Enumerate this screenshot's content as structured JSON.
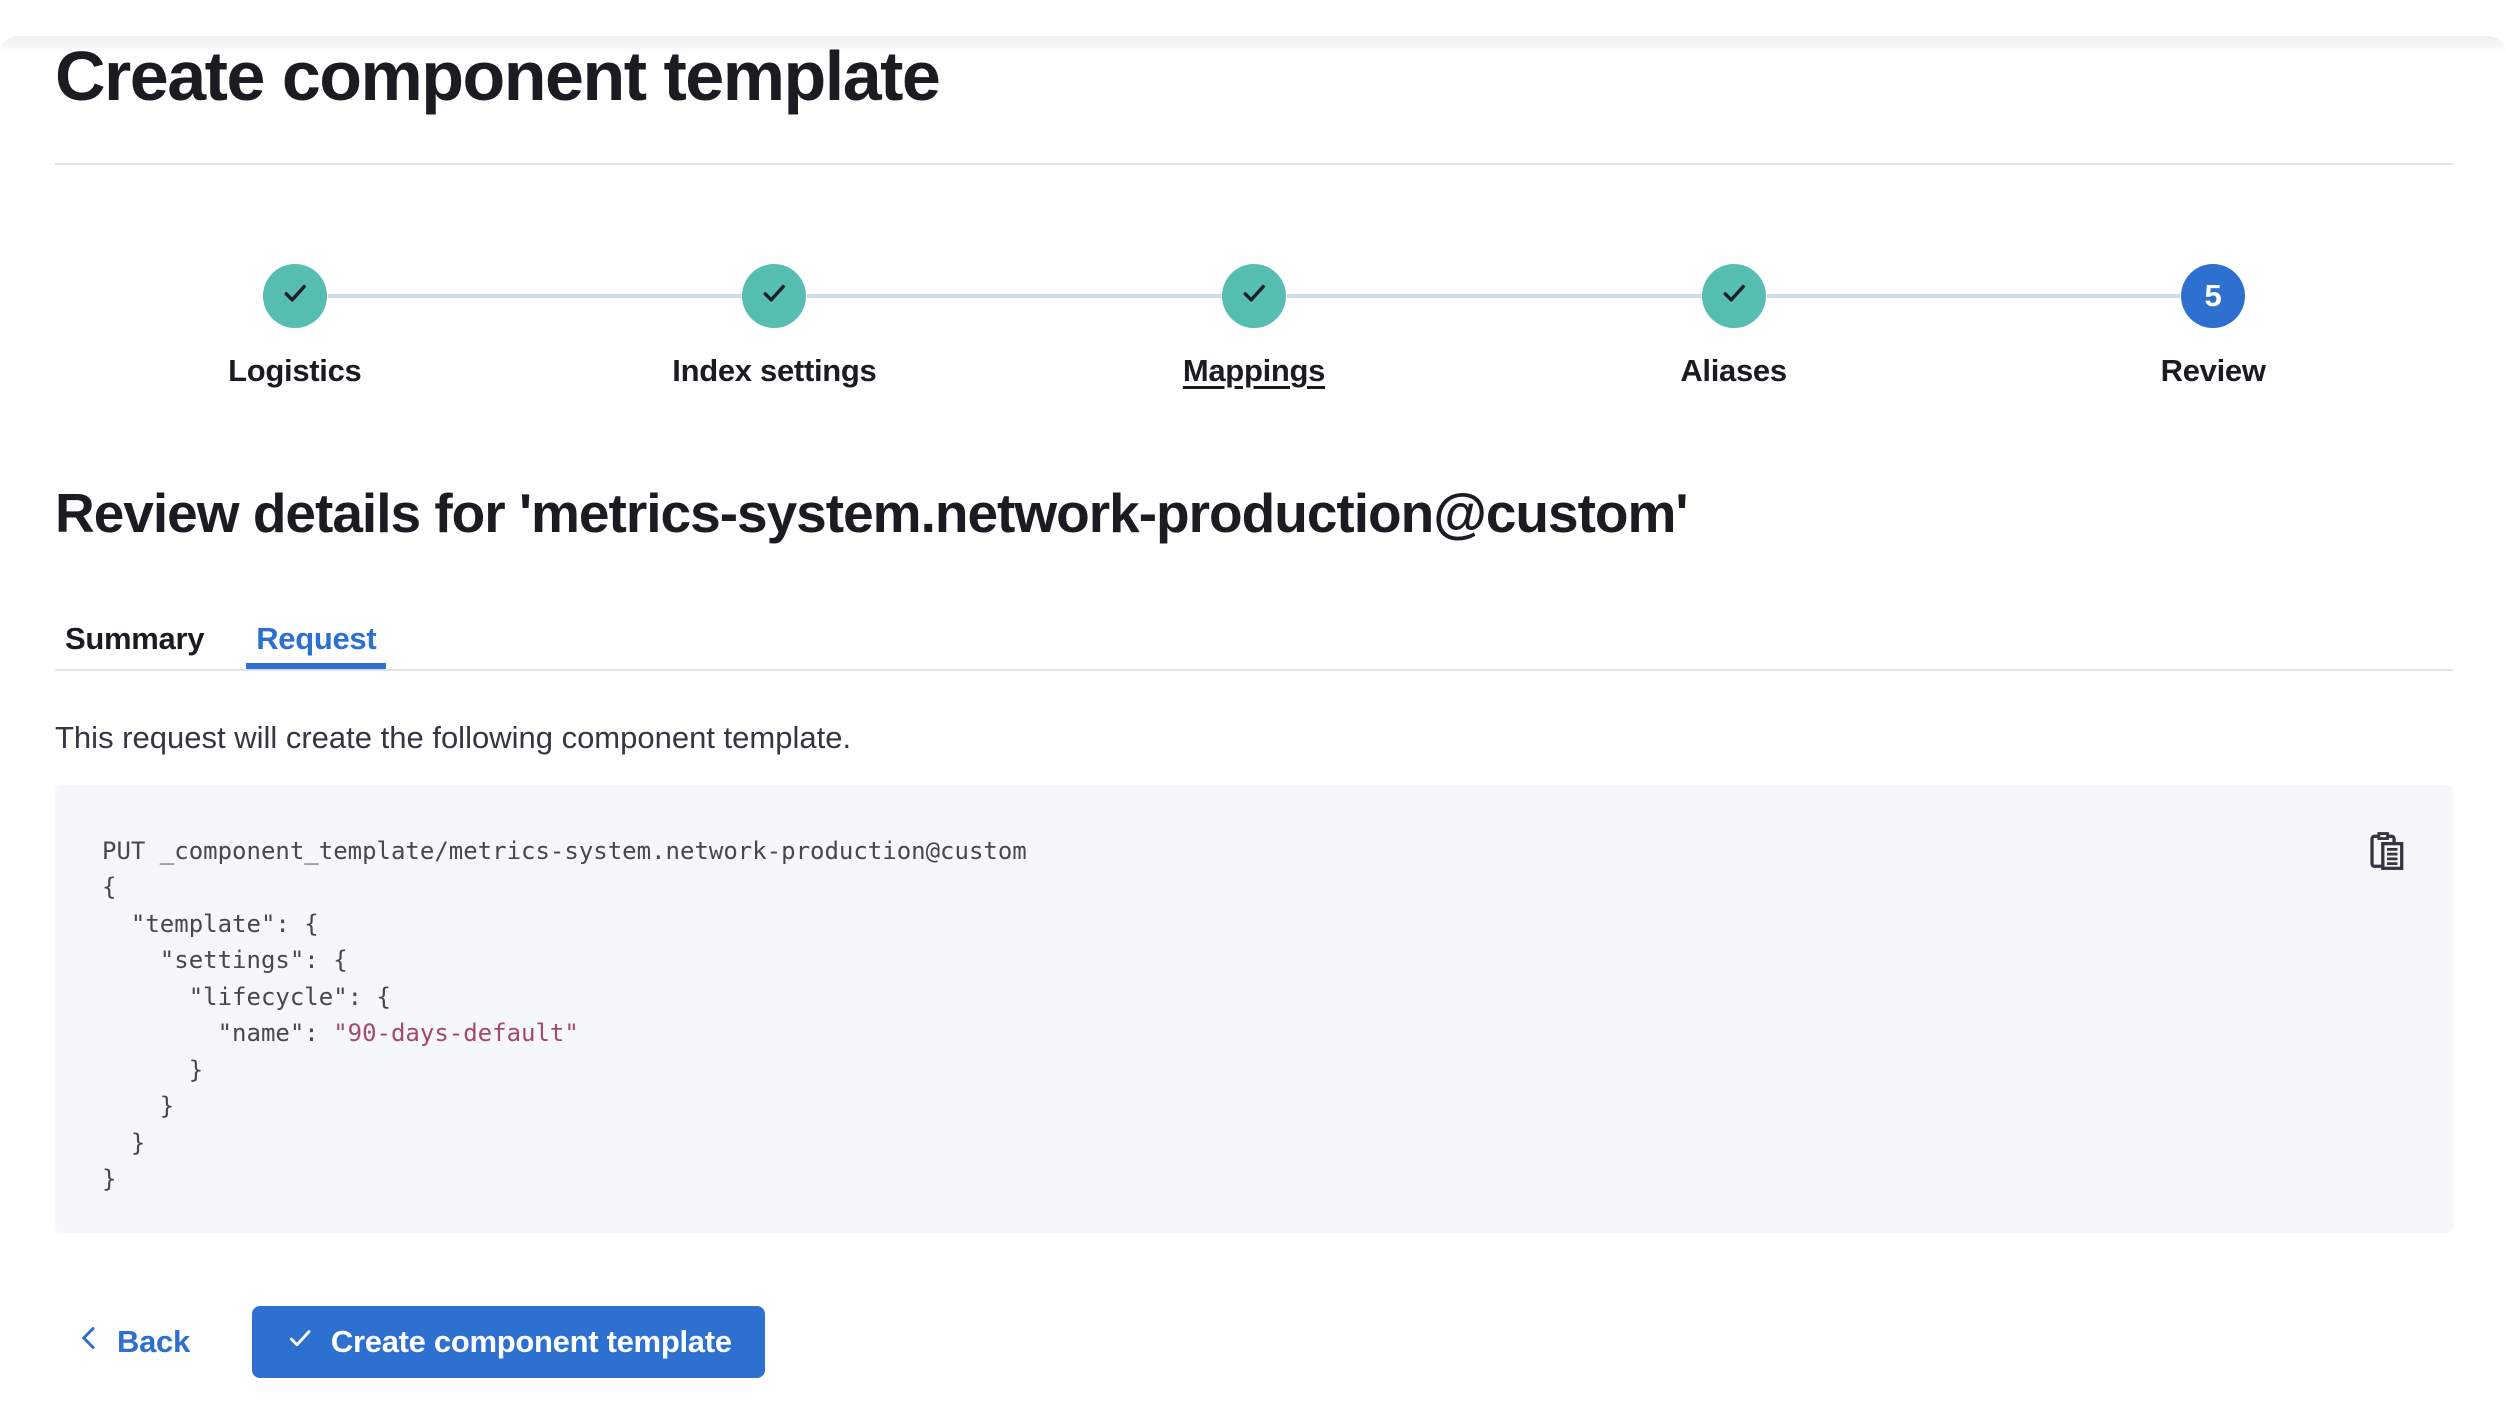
{
  "header": {
    "title": "Create component template"
  },
  "stepper": {
    "steps": [
      {
        "label": "Logistics",
        "status": "complete"
      },
      {
        "label": "Index settings",
        "status": "complete"
      },
      {
        "label": "Mappings",
        "status": "complete",
        "hovered": true
      },
      {
        "label": "Aliases",
        "status": "complete"
      },
      {
        "label": "Review",
        "status": "current",
        "number": "5"
      }
    ]
  },
  "review": {
    "heading": "Review details for 'metrics-system.network-production@custom'",
    "tabs": [
      {
        "label": "Summary",
        "active": false
      },
      {
        "label": "Request",
        "active": true
      }
    ],
    "description": "This request will create the following component template."
  },
  "code": {
    "lines": [
      "PUT _component_template/metrics-system.network-production@custom",
      "{",
      "  \"template\": {",
      "    \"settings\": {",
      "      \"lifecycle\": {",
      {
        "prefix": "        \"name\": ",
        "string": "\"90-days-default\""
      },
      "      }",
      "    }",
      "  }",
      "}"
    ]
  },
  "footer": {
    "back_label": "Back",
    "submit_label": "Create component template"
  },
  "icons": {
    "step_complete": "check-icon",
    "current_step": "step-number-badge",
    "copy": "copy-clipboard-icon",
    "back": "chevron-left-icon",
    "submit": "check-icon"
  },
  "colors": {
    "primary": "#2e70d0",
    "success_teal": "#56beb0",
    "title": "#1a1c21",
    "text": "#343741",
    "connector": "#d3dae6",
    "divider": "#dde2ea",
    "code_bg": "#f5f7fa",
    "code_text": "#45484f",
    "code_string": "#a34a68"
  }
}
